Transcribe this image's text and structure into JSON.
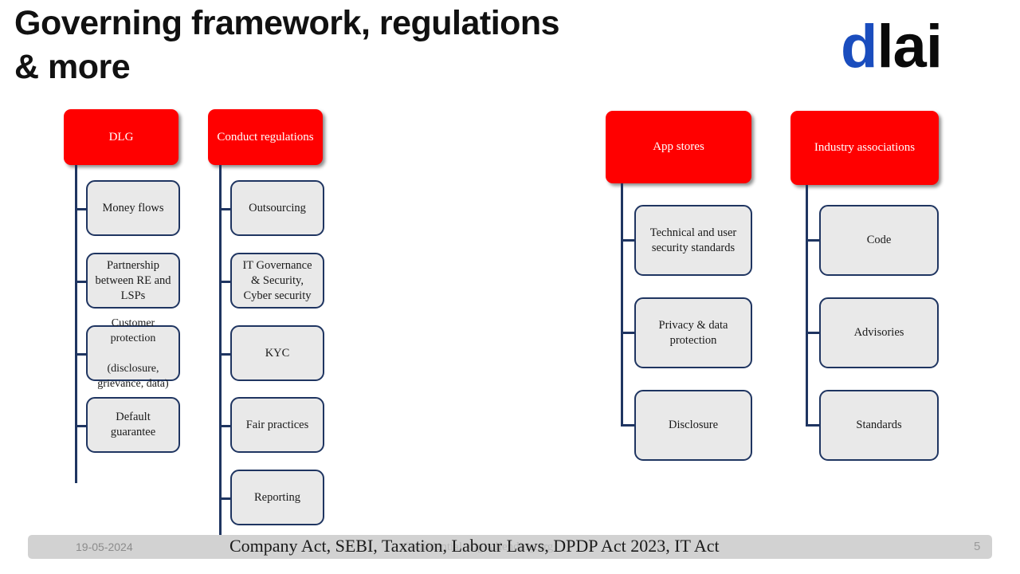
{
  "slide": {
    "title": "Governing framework, regulations\n& more",
    "page_number": "5",
    "date": "19-05-2024",
    "watermark": "Confidential, digitallending.org",
    "caption": "Company Act, SEBI, Taxation, Labour Laws, DPDP Act 2023,  IT Act"
  },
  "logo": {
    "part_d": "d",
    "part_lai": "lai",
    "color_d": "#1A4DBE",
    "color_lai": "#0A0A0A"
  },
  "colors": {
    "root_fill": "#FF0000",
    "root_text": "#FFFFFF",
    "child_fill": "#E9E9E9",
    "child_border": "#1F3561",
    "connector": "#1F3561",
    "footer_bar": "#D2D2D2"
  },
  "trees": [
    {
      "id": "dlg",
      "root": "DLG",
      "children": [
        "Money flows",
        "Partnership\nbetween RE and\nLSPs",
        "Customer\nprotection\n\n(disclosure,\ngrievance, data)",
        "Default\nguarantee"
      ]
    },
    {
      "id": "conduct-regulations",
      "root": "Conduct regulations",
      "children": [
        "Outsourcing",
        "IT Governance\n& Security,\nCyber security",
        "KYC",
        "Fair practices",
        "Reporting"
      ]
    },
    {
      "id": "app-stores",
      "root": "App stores",
      "children": [
        "Technical and user\nsecurity standards",
        "Privacy & data\nprotection",
        "Disclosure"
      ]
    },
    {
      "id": "industry-associations",
      "root": "Industry associations",
      "children": [
        "Code",
        "Advisories",
        "Standards"
      ]
    }
  ]
}
